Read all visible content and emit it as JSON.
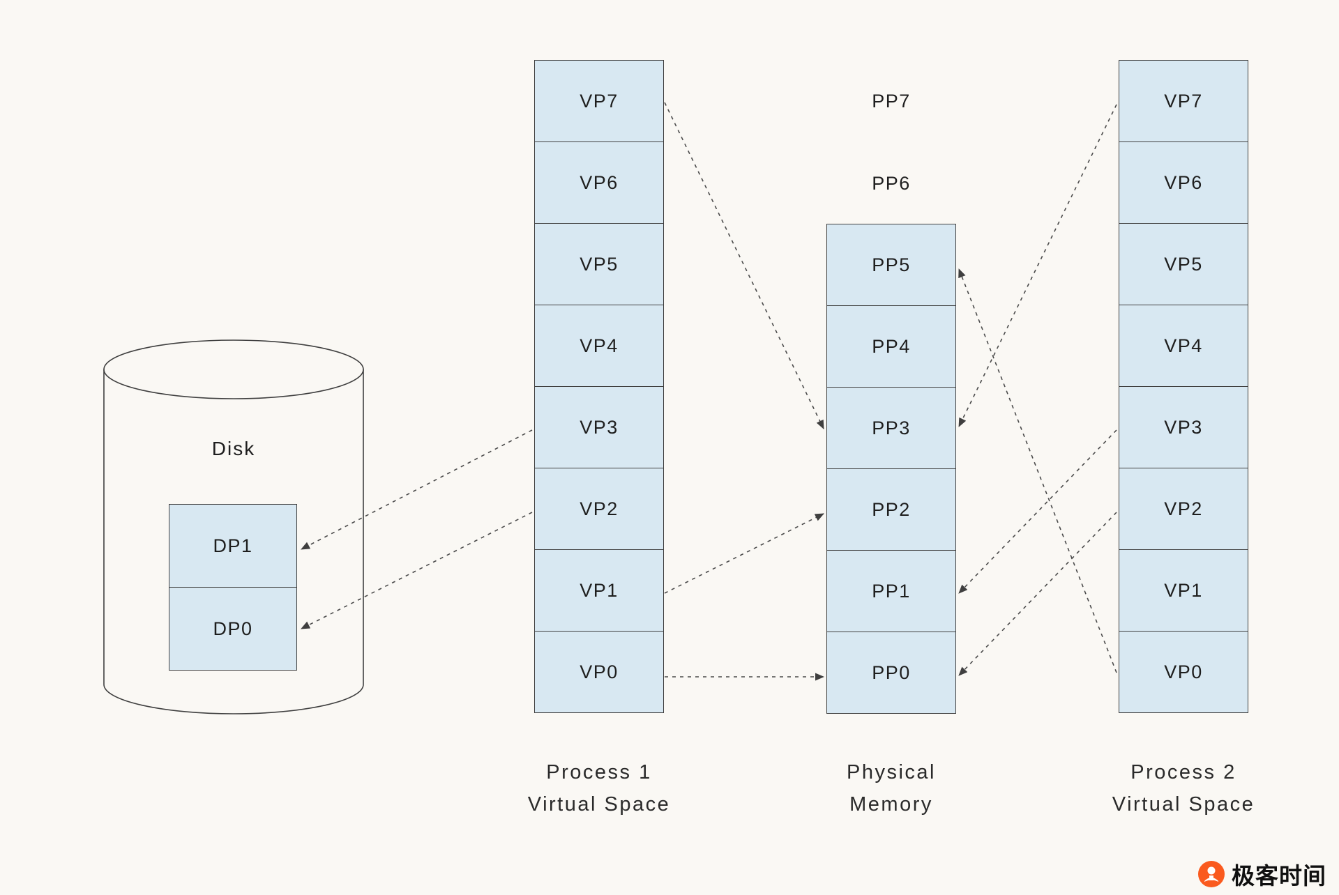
{
  "diagram": {
    "disk": {
      "label": "Disk",
      "pages": [
        "DP1",
        "DP0"
      ]
    },
    "process1": {
      "title_line1": "Process 1",
      "title_line2": "Virtual Space",
      "cells": [
        "VP7",
        "VP6",
        "VP5",
        "VP4",
        "VP3",
        "VP2",
        "VP1",
        "VP0"
      ]
    },
    "physical": {
      "title_line1": "Physical",
      "title_line2": "Memory",
      "unboxed_labels": [
        "PP7",
        "PP6"
      ],
      "cells": [
        "PP5",
        "PP4",
        "PP3",
        "PP2",
        "PP1",
        "PP0"
      ]
    },
    "process2": {
      "title_line1": "Process 2",
      "title_line2": "Virtual Space",
      "cells": [
        "VP7",
        "VP6",
        "VP5",
        "VP4",
        "VP3",
        "VP2",
        "VP1",
        "VP0"
      ]
    },
    "mappings": [
      {
        "from": "Process 1 VP7",
        "to": "PP3"
      },
      {
        "from": "Process 1 VP3",
        "to": "Disk DP1"
      },
      {
        "from": "Process 1 VP2",
        "to": "Disk DP0"
      },
      {
        "from": "Process 1 VP1",
        "to": "PP2"
      },
      {
        "from": "Process 1 VP0",
        "to": "PP0"
      },
      {
        "from": "Process 2 VP7",
        "to": "PP3"
      },
      {
        "from": "Process 2 VP3",
        "to": "PP1"
      },
      {
        "from": "Process 2 VP2",
        "to": "PP0"
      },
      {
        "from": "Process 2 VP0",
        "to": "PP5"
      }
    ]
  },
  "colors": {
    "background": "#faf8f4",
    "cell_fill": "#d8e8f2",
    "stroke": "#3f3f3f",
    "arrow": "#4a4a4a",
    "logo_orange": "#fa5a1e"
  },
  "logo": {
    "text": "极客时间"
  }
}
